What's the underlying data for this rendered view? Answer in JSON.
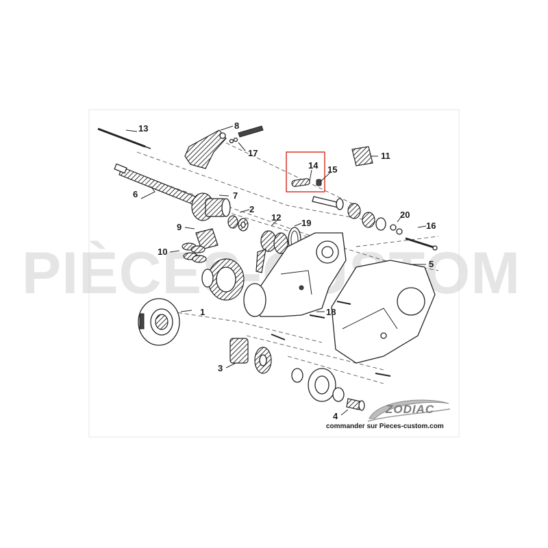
{
  "watermark": "PIÈCES-CUSTOM",
  "footer": {
    "order_note": "commander sur Pieces-custom.com"
  },
  "logo": {
    "brand": "ZODIAC"
  },
  "callouts": [
    "1",
    "2",
    "3",
    "4",
    "5",
    "6",
    "7",
    "8",
    "9",
    "10",
    "11",
    "12",
    "13",
    "14",
    "15",
    "16",
    "17",
    "18",
    "19",
    "20"
  ],
  "highlight_color": "#d9342b"
}
